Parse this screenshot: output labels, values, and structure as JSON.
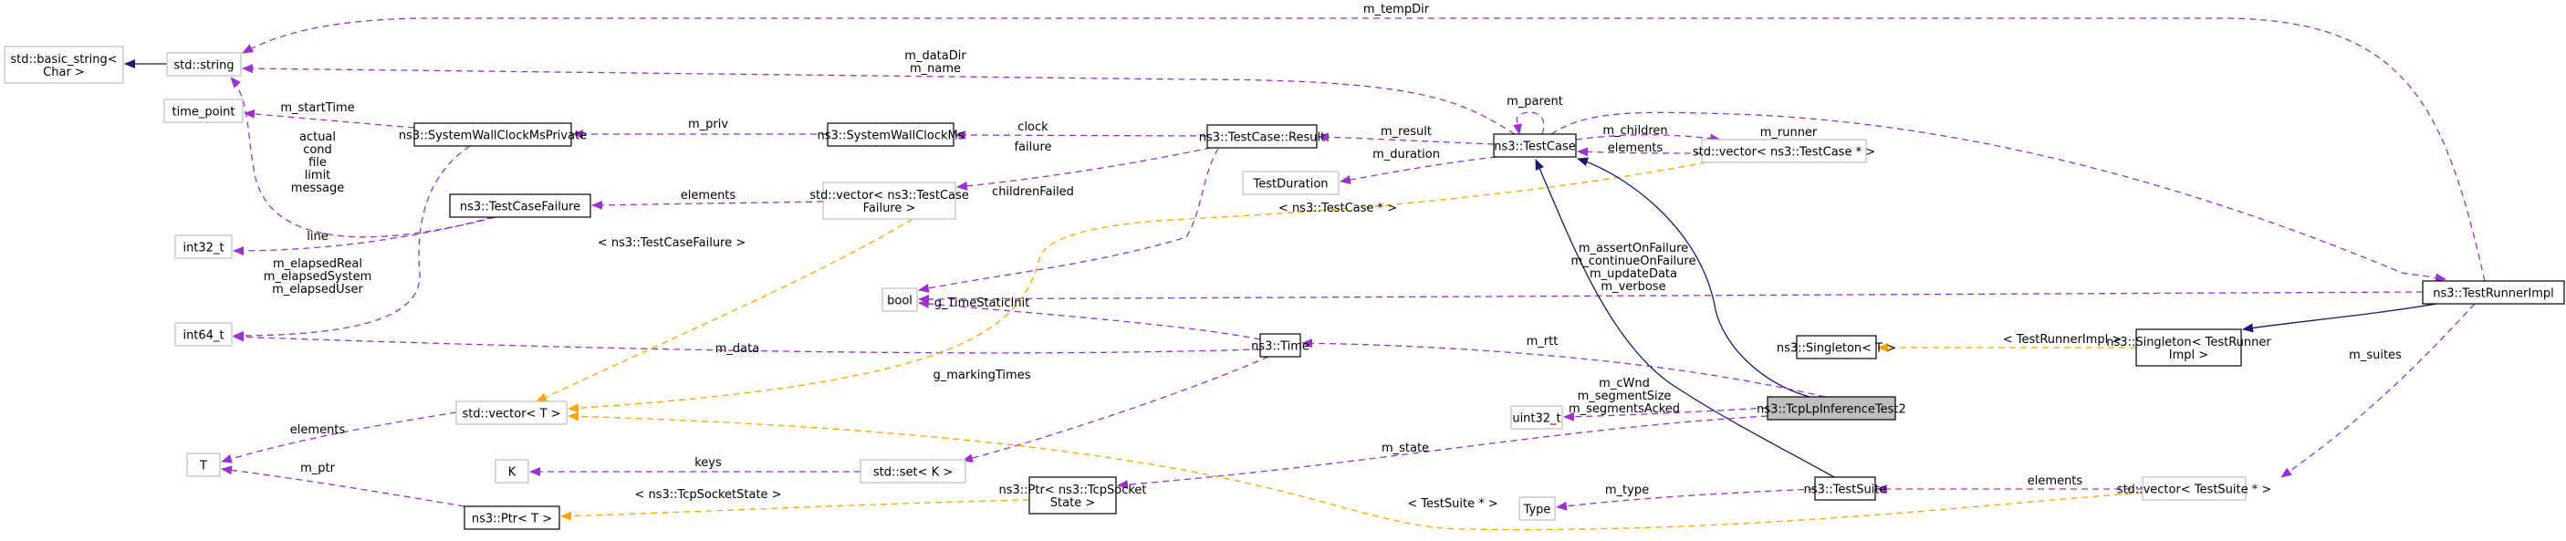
{
  "title": "ns3::TcpLpInferenceTest2 collaboration diagram",
  "colors": {
    "member_edge": "#9a32cd",
    "template_edge": "#ffa500",
    "inheritance_edge": "#191970",
    "focus_fill": "#bfbfbf",
    "external_border": "#bfbfbf",
    "class_border": "#000000"
  },
  "nodes": [
    {
      "id": "basic_string",
      "lines": [
        "std::basic_string<",
        "Char >"
      ],
      "kind": "ext"
    },
    {
      "id": "std_string",
      "lines": [
        "std::string"
      ],
      "kind": "ext"
    },
    {
      "id": "time_point",
      "lines": [
        "time_point"
      ],
      "kind": "ext"
    },
    {
      "id": "int32_t",
      "lines": [
        "int32_t"
      ],
      "kind": "ext"
    },
    {
      "id": "int64_t",
      "lines": [
        "int64_t"
      ],
      "kind": "ext"
    },
    {
      "id": "T",
      "lines": [
        "T"
      ],
      "kind": "ext"
    },
    {
      "id": "K",
      "lines": [
        "K"
      ],
      "kind": "ext"
    },
    {
      "id": "wallclock_private",
      "lines": [
        "ns3::SystemWallClockMsPrivate"
      ],
      "kind": "cls"
    },
    {
      "id": "testcase_failure",
      "lines": [
        "ns3::TestCaseFailure"
      ],
      "kind": "cls"
    },
    {
      "id": "ptr_T",
      "lines": [
        "ns3::Ptr< T >"
      ],
      "kind": "cls"
    },
    {
      "id": "std_vector_T",
      "lines": [
        "std::vector< T >"
      ],
      "kind": "ext"
    },
    {
      "id": "wallclock",
      "lines": [
        "ns3::SystemWallClockMs"
      ],
      "kind": "cls"
    },
    {
      "id": "vector_failure",
      "lines": [
        "std::vector< ns3::TestCase",
        "Failure >"
      ],
      "kind": "ext"
    },
    {
      "id": "bool",
      "lines": [
        "bool"
      ],
      "kind": "ext"
    },
    {
      "id": "std_set_K",
      "lines": [
        "std::set< K >"
      ],
      "kind": "ext"
    },
    {
      "id": "result",
      "lines": [
        "ns3::TestCase::Result"
      ],
      "kind": "cls"
    },
    {
      "id": "time",
      "lines": [
        "ns3::Time"
      ],
      "kind": "cls"
    },
    {
      "id": "ptr_tcpsocketstate",
      "lines": [
        "ns3::Ptr< ns3::TcpSocket",
        "State >"
      ],
      "kind": "cls"
    },
    {
      "id": "testduration",
      "lines": [
        "TestDuration"
      ],
      "kind": "ext"
    },
    {
      "id": "testcase",
      "lines": [
        "ns3::TestCase"
      ],
      "kind": "cls"
    },
    {
      "id": "uint32_t",
      "lines": [
        "uint32_t"
      ],
      "kind": "ext"
    },
    {
      "id": "type",
      "lines": [
        "Type"
      ],
      "kind": "ext"
    },
    {
      "id": "vector_testcase",
      "lines": [
        "std::vector< ns3::TestCase * >"
      ],
      "kind": "ext"
    },
    {
      "id": "tcplp_test2",
      "lines": [
        "ns3::TcpLpInferenceTest2"
      ],
      "kind": "focus"
    },
    {
      "id": "testsuite",
      "lines": [
        "ns3::TestSuite"
      ],
      "kind": "cls"
    },
    {
      "id": "singleton_T",
      "lines": [
        "ns3::Singleton< T >"
      ],
      "kind": "cls"
    },
    {
      "id": "singleton_runner",
      "lines": [
        "ns3::Singleton< TestRunner",
        "Impl >"
      ],
      "kind": "cls"
    },
    {
      "id": "vector_testsuite",
      "lines": [
        "std::vector< TestSuite * >"
      ],
      "kind": "ext"
    },
    {
      "id": "testrunnerimpl",
      "lines": [
        "ns3::TestRunnerImpl"
      ],
      "kind": "cls"
    }
  ],
  "edges": [
    {
      "id": "e_str_basic",
      "from": "std_string",
      "to": "basic_string",
      "kind": "inherit",
      "label": []
    },
    {
      "id": "e_tempdir",
      "from": "testrunnerimpl",
      "to": "std_string",
      "kind": "member",
      "label": [
        "m_tempDir"
      ]
    },
    {
      "id": "e_datadir",
      "from": "testcase",
      "to": "std_string",
      "kind": "member",
      "label": [
        "m_dataDir",
        "m_name"
      ]
    },
    {
      "id": "e_failure_str",
      "from": "testcase_failure",
      "to": "std_string",
      "kind": "member",
      "label": [
        "actual",
        "cond",
        "file",
        "limit",
        "message"
      ]
    },
    {
      "id": "e_starttime",
      "from": "wallclock_private",
      "to": "time_point",
      "kind": "member",
      "label": [
        "m_startTime"
      ]
    },
    {
      "id": "e_line",
      "from": "testcase_failure",
      "to": "int32_t",
      "kind": "member",
      "label": [
        "line"
      ]
    },
    {
      "id": "e_elapsed",
      "from": "wallclock_private",
      "to": "int64_t",
      "kind": "member",
      "label": [
        "m_elapsedReal",
        "m_elapsedSystem",
        "m_elapsedUser"
      ]
    },
    {
      "id": "e_mdata",
      "from": "time",
      "to": "int64_t",
      "kind": "member",
      "label": [
        "m_data"
      ]
    },
    {
      "id": "e_vecT_T",
      "from": "std_vector_T",
      "to": "T",
      "kind": "member",
      "label": [
        "elements"
      ]
    },
    {
      "id": "e_ptr_T",
      "from": "ptr_T",
      "to": "T",
      "kind": "member",
      "label": [
        "m_ptr"
      ]
    },
    {
      "id": "e_priv",
      "from": "wallclock",
      "to": "wallclock_private",
      "kind": "member",
      "label": [
        "m_priv"
      ]
    },
    {
      "id": "e_vf_elements",
      "from": "vector_failure",
      "to": "testcase_failure",
      "kind": "member",
      "label": [
        "elements"
      ]
    },
    {
      "id": "e_vf_tmpl",
      "from": "vector_failure",
      "to": "std_vector_T",
      "kind": "template",
      "label": [
        "< ns3::TestCaseFailure >"
      ]
    },
    {
      "id": "e_clock",
      "from": "result",
      "to": "wallclock",
      "kind": "member",
      "label": [
        "clock"
      ]
    },
    {
      "id": "e_failure",
      "from": "result",
      "to": "vector_failure",
      "kind": "member",
      "label": [
        "failure"
      ]
    },
    {
      "id": "e_childrenfailed",
      "from": "result",
      "to": "bool",
      "kind": "member",
      "label": [
        "childrenFailed"
      ]
    },
    {
      "id": "e_vtc_tmpl",
      "from": "vector_testcase",
      "to": "std_vector_T",
      "kind": "template",
      "label": [
        "< ns3::TestCase * >"
      ]
    },
    {
      "id": "e_flags",
      "from": "testrunnerimpl",
      "to": "bool",
      "kind": "member",
      "label": [
        "m_assertOnFailure",
        "m_continueOnFailure",
        "m_updateData",
        "m_verbose"
      ]
    },
    {
      "id": "e_staticinit",
      "from": "time",
      "to": "bool",
      "kind": "member",
      "label": [
        "g_TimeStaticInit"
      ]
    },
    {
      "id": "e_markingtimes",
      "from": "time",
      "to": "std_set_K",
      "kind": "member",
      "label": [
        "g_markingTimes"
      ]
    },
    {
      "id": "e_keys",
      "from": "std_set_K",
      "to": "K",
      "kind": "member",
      "label": [
        "keys"
      ]
    },
    {
      "id": "e_ptr_tmpl",
      "from": "ptr_tcpsocketstate",
      "to": "ptr_T",
      "kind": "template",
      "label": [
        "< ns3::TcpSocketState >"
      ]
    },
    {
      "id": "e_result",
      "from": "testcase",
      "to": "result",
      "kind": "member",
      "label": [
        "m_result"
      ]
    },
    {
      "id": "e_duration",
      "from": "testcase",
      "to": "testduration",
      "kind": "member",
      "label": [
        "m_duration"
      ]
    },
    {
      "id": "e_parent",
      "from": "testcase",
      "to": "testcase",
      "kind": "member",
      "label": [
        "m_parent"
      ]
    },
    {
      "id": "e_children",
      "from": "testcase",
      "to": "vector_testcase",
      "kind": "member",
      "label": [
        "m_children"
      ]
    },
    {
      "id": "e_vtc_elements",
      "from": "vector_testcase",
      "to": "testcase",
      "kind": "member",
      "label": [
        "elements"
      ]
    },
    {
      "id": "e_runner",
      "from": "testcase",
      "to": "testrunnerimpl",
      "kind": "member",
      "label": [
        "m_runner"
      ]
    },
    {
      "id": "e_test2_tc",
      "from": "tcplp_test2",
      "to": "testcase",
      "kind": "inherit",
      "label": []
    },
    {
      "id": "e_suite_tc",
      "from": "testsuite",
      "to": "testcase",
      "kind": "inherit",
      "label": []
    },
    {
      "id": "e_rtt",
      "from": "tcplp_test2",
      "to": "time",
      "kind": "member",
      "label": [
        "m_rtt"
      ]
    },
    {
      "id": "e_uint",
      "from": "tcplp_test2",
      "to": "uint32_t",
      "kind": "member",
      "label": [
        "m_cWnd",
        "m_segmentSize",
        "m_segmentsAcked"
      ]
    },
    {
      "id": "e_state",
      "from": "tcplp_test2",
      "to": "ptr_tcpsocketstate",
      "kind": "member",
      "label": [
        "m_state"
      ]
    },
    {
      "id": "e_type",
      "from": "testsuite",
      "to": "type",
      "kind": "member",
      "label": [
        "m_type"
      ]
    },
    {
      "id": "e_runner_singleton",
      "from": "testrunnerimpl",
      "to": "singleton_runner",
      "kind": "inherit",
      "label": []
    },
    {
      "id": "e_singleton_tmpl",
      "from": "singleton_runner",
      "to": "singleton_T",
      "kind": "template",
      "label": [
        "< TestRunnerImpl >"
      ]
    },
    {
      "id": "e_suites",
      "from": "testrunnerimpl",
      "to": "vector_testsuite",
      "kind": "member",
      "label": [
        "m_suites"
      ]
    },
    {
      "id": "e_vts_elements",
      "from": "vector_testsuite",
      "to": "testsuite",
      "kind": "member",
      "label": [
        "elements"
      ]
    },
    {
      "id": "e_vts_tmpl",
      "from": "vector_testsuite",
      "to": "std_vector_T",
      "kind": "template",
      "label": [
        "< TestSuite * >"
      ]
    }
  ]
}
